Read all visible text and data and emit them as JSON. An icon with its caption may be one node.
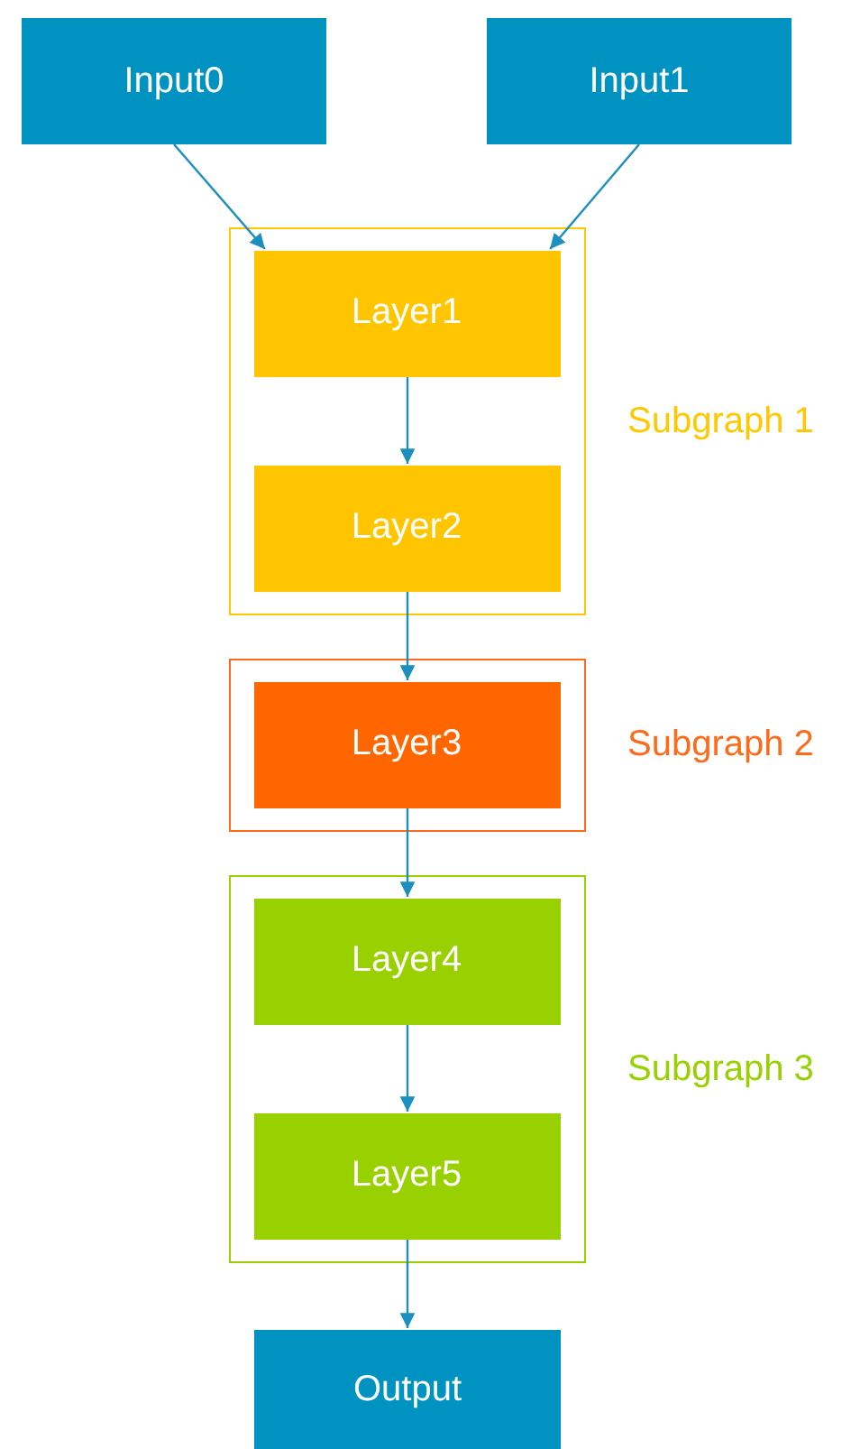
{
  "diagram": {
    "nodes": [
      {
        "text": [
          "Input0"
        ]
      },
      {
        "text": [
          "Input1"
        ]
      },
      {
        "text": [
          "Subgraph 1"
        ]
      },
      {
        "text": [
          "Layer1"
        ],
        "in": 2
      },
      {
        "text": [
          "Layer2"
        ],
        "in": 2
      },
      {
        "text": [
          "Subgraph 2"
        ]
      },
      {
        "text": [
          "Layer3"
        ],
        "in": 5
      },
      {
        "text": [
          "Subgraph 3"
        ]
      },
      {
        "text": [
          "Layer4"
        ],
        "in": 7
      },
      {
        "text": [
          "Layer5"
        ],
        "in": 7
      },
      {
        "text": [
          "Output"
        ]
      }
    ],
    "edges": [
      {
        "from": 0,
        "to": 3,
        "arrow": "to"
      },
      {
        "from": 1,
        "to": 3,
        "arrow": "to"
      },
      {
        "from": 3,
        "to": 4,
        "arrow": "to"
      },
      {
        "from": 4,
        "to": 6,
        "arrow": "to"
      },
      {
        "from": 6,
        "to": 8,
        "arrow": "to"
      },
      {
        "from": 8,
        "to": 9,
        "arrow": "to"
      },
      {
        "from": 9,
        "to": 10,
        "arrow": "to"
      }
    ]
  }
}
